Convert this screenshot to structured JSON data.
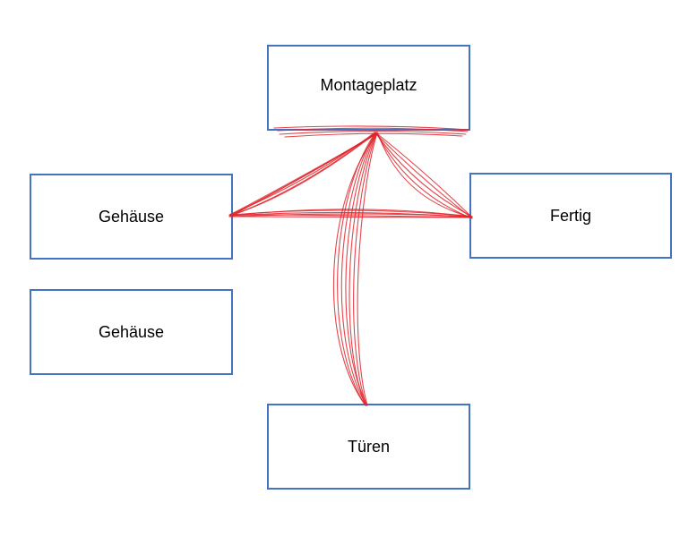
{
  "nodes": {
    "montageplatz": "Montageplatz",
    "gehaeuse_top": "Gehäuse",
    "gehaeuse_bottom": "Gehäuse",
    "fertig": "Fertig",
    "tueren": "Türen"
  },
  "colors": {
    "box_border": "#4472c4",
    "connector": "#e0252c",
    "text": "#000000",
    "background": "#ffffff"
  }
}
